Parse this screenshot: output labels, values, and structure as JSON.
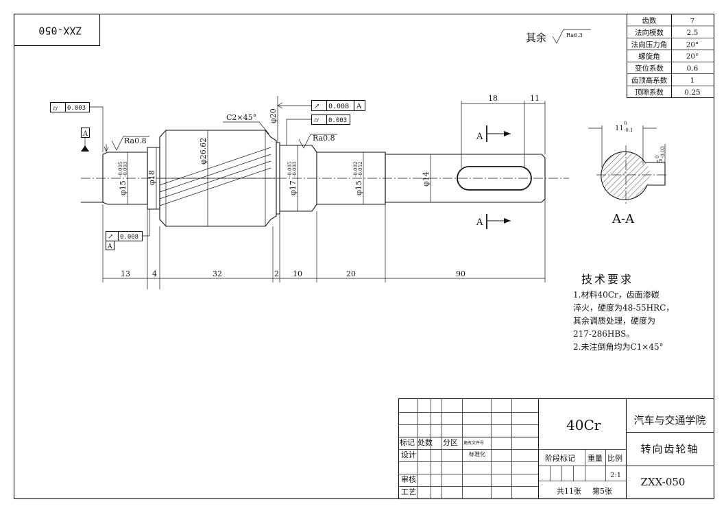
{
  "drawing_number_rotated": "ZXX-050",
  "surface_roughness": {
    "prefix": "其余",
    "value": "Ra6.3"
  },
  "gear_params": [
    {
      "name": "齿数",
      "value": "7"
    },
    {
      "name": "法向模数",
      "value": "2.5"
    },
    {
      "name": "法向压力角",
      "value": "20°"
    },
    {
      "name": "螺旋角",
      "value": "20°"
    },
    {
      "name": "变位系数",
      "value": "0.6"
    },
    {
      "name": "齿顶高系数",
      "value": "1"
    },
    {
      "name": "顶隙系数",
      "value": "0.25"
    }
  ],
  "tolerance_frames": {
    "left_round": "0.003",
    "left_runout": "0.008",
    "left_runout_datum": "A",
    "mid_runout": "0.008",
    "mid_runout_datum": "A",
    "mid_round": "0.003"
  },
  "datum_label": "A",
  "roughness_marks": {
    "left": "Ra0.8",
    "mid": "Ra0.8"
  },
  "chamfer_label": "C2×45°",
  "diameter_labels": {
    "d15_left": "φ15",
    "d15_left_tol_upper": "-0.005",
    "d15_left_tol_lower": "-0.003",
    "d18": "φ18",
    "d26": "φ26.62",
    "d20": "φ20",
    "d17": "φ17",
    "d17_tol_upper": "-0.005",
    "d17_tol_lower": "-0.003",
    "d15_mid": "φ15",
    "d15_mid_tol_upper": "-0.002",
    "d15_mid_tol_lower": "-0.052",
    "d14": "φ14"
  },
  "length_dims": [
    "13",
    "4",
    "32",
    "2",
    "10",
    "20",
    "90"
  ],
  "keyway_dims": {
    "length": "18",
    "offset": "11"
  },
  "section_marks": {
    "top": "A",
    "bottom": "A",
    "title": "A-A"
  },
  "section_dims": {
    "width": "11",
    "width_tol_upper": "0",
    "width_tol_lower": "-0.1",
    "depth": "5",
    "depth_tol_upper": "0",
    "depth_tol_lower": "-0.03"
  },
  "tech_requirements": {
    "title": "技术要求",
    "lines": [
      "1.材料40Cr，齿面渗碳",
      "淬火，硬度为48-55HRC，",
      "其余调质处理，硬度为",
      "217-286HBS。",
      "2.未注倒角均为C1×45°"
    ]
  },
  "title_block": {
    "material": "40Cr",
    "school": "汽车与交通学院",
    "part_name": "转向齿轮轴",
    "drawing_no": "ZXX-050",
    "sheets": "共11张",
    "sheet_no": "第5张",
    "scale": "2:1",
    "labels": {
      "mark": "标记",
      "count": "处数",
      "zone": "分区",
      "change_doc": "更改文件号",
      "design": "设计",
      "standard": "标准化",
      "review": "审核",
      "process": "工艺",
      "stage_mark": "阶段标记",
      "weight": "重量",
      "ratio": "比例"
    }
  }
}
